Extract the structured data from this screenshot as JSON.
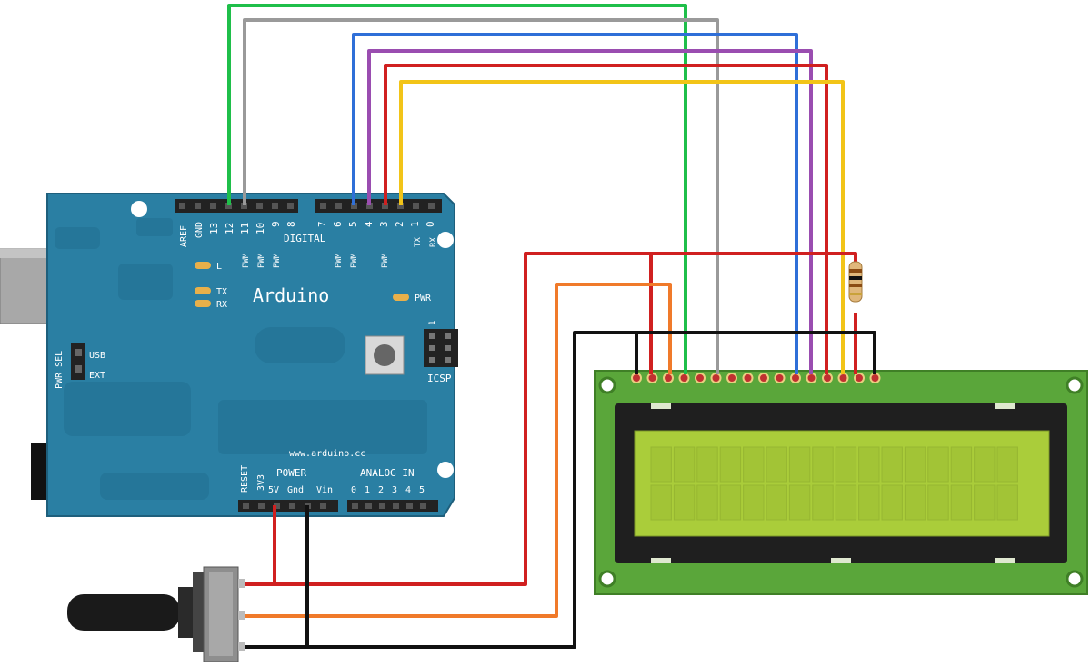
{
  "board": {
    "name": "Arduino",
    "url": "www.arduino.cc",
    "header_labels": [
      "AREF",
      "GND"
    ],
    "digital_label": "DIGITAL",
    "pin_numbers": [
      "13",
      "12",
      "11",
      "10",
      "9",
      "8",
      "7",
      "6",
      "5",
      "4",
      "3",
      "2",
      "1",
      "0"
    ],
    "pwm_label": "PWM",
    "txrx": [
      "TX",
      "RX"
    ],
    "led_l": "L",
    "led_tx": "TX",
    "led_rx": "RX",
    "led_pwr": "PWR",
    "pwr_sel": "PWR SEL",
    "usb": "USB",
    "ext": "EXT",
    "icsp": "ICSP",
    "icsp_num": "1",
    "reset": "RESET",
    "v33": "3V3",
    "power": "POWER",
    "power_pins": [
      "5V",
      "Gnd",
      "Vin"
    ],
    "analog_in": "ANALOG IN",
    "analog_pins": [
      "0",
      "1",
      "2",
      "3",
      "4",
      "5"
    ]
  },
  "wire_colors": {
    "green": "#1fbf4a",
    "gray": "#9a9a9a",
    "blue": "#2f6fd8",
    "purple": "#9a4db0",
    "red": "#d02020",
    "yellow": "#f2c418",
    "orange": "#f07a2a",
    "black": "#111111"
  },
  "colors": {
    "board": "#2a7fa3",
    "lcd_pcb": "#5aa63a",
    "lcd_screen": "#aacd3a"
  }
}
